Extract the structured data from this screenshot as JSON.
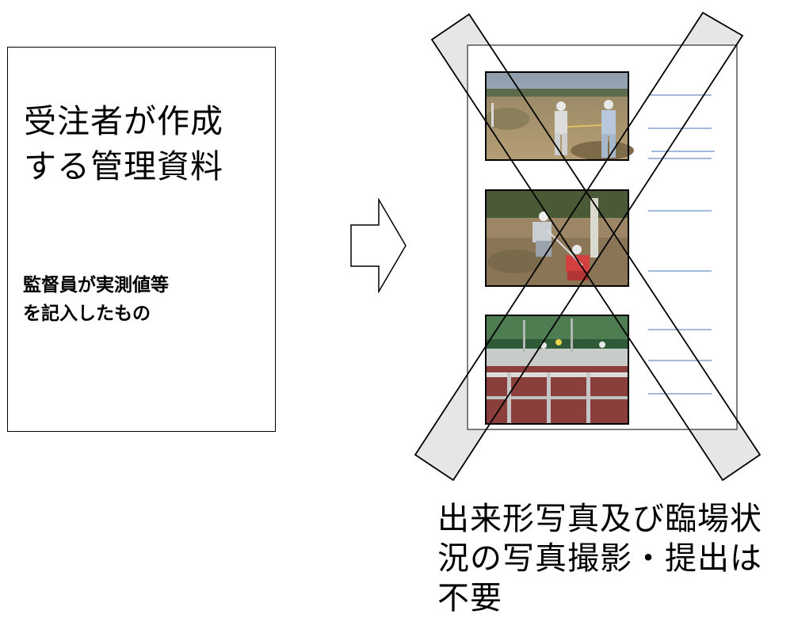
{
  "left_box": {
    "title_line1": "受注者が作成",
    "title_line2": "する管理資料",
    "note_line1": "監督員が実測値等",
    "note_line2": "を記入したもの"
  },
  "right_caption": {
    "line1": "出来形写真及び臨場状",
    "line2": "況の写真撮影・提出は",
    "line3": "不要"
  },
  "arrow_icon": "right-arrow-icon",
  "cross_icon": "cross-out-icon",
  "colors": {
    "line_blue": "#6a8fc7",
    "band_fill": "#e6e6e6",
    "border": "#000000"
  }
}
